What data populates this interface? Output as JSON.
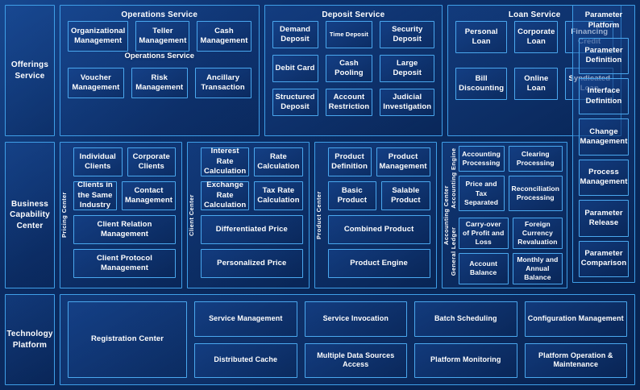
{
  "bands": {
    "offerings": {
      "label": "Offerings Service",
      "groups": [
        {
          "title": "Operations Service",
          "ghost_title": "Operations Service",
          "row1": [
            "Organizational Management",
            "Teller Management",
            "Cash Management"
          ],
          "row2": [
            "Voucher Management",
            "Risk Management",
            "Ancillary Transaction"
          ]
        },
        {
          "title": "Deposit Service",
          "items": [
            "Demand Deposit",
            "Time Deposit",
            "Security Deposit",
            "Debit Card",
            "Cash Pooling",
            "Large Deposit",
            "Structured Deposit",
            "Account Restriction",
            "Judicial Investigation"
          ],
          "small_items": [
            "Time Deposit"
          ]
        },
        {
          "title": "Loan Service",
          "items": [
            "Personal Loan",
            "Corporate Loan",
            "Financing Credit",
            "Bill Discounting",
            "Online Loan",
            "Syndicated Loan"
          ]
        }
      ]
    },
    "business_capability": {
      "label": "Business Capability Center",
      "columns": [
        {
          "vlabel": "Pricing Center",
          "pairs": [
            [
              "Individual Clients",
              "Corporate Clients"
            ],
            [
              "Clients in the Same Industry",
              "Contact Management"
            ]
          ],
          "wides": [
            "Client Relation Management",
            "Client Protocol Management"
          ]
        },
        {
          "vlabel": "Client Center",
          "pairs": [
            [
              "Interest Rate Calculation",
              "Rate Calculation"
            ],
            [
              "Exchange Rate Calculation",
              "Tax Rate Calculation"
            ]
          ],
          "wides": [
            "Differentiated Price",
            "Personalized Price"
          ]
        },
        {
          "vlabel": "Product Center",
          "pairs": [
            [
              "Product Definition",
              "Product Management"
            ],
            [
              "Basic Product",
              "Salable Product"
            ]
          ],
          "wides": [
            "Combined Product",
            "Product Engine"
          ]
        }
      ],
      "accounting": {
        "vlabel": "Accounting Center",
        "sections": [
          {
            "vlabel": "Accounting Engine",
            "items": [
              "Accounting Processing",
              "Clearing Processing",
              "Price and Tax Separated",
              "Reconciliation Processing"
            ]
          },
          {
            "vlabel": "General Ledger",
            "items": [
              "Carry-over of Profit and Loss",
              "Foreign Currency Revaluation",
              "Account Balance",
              "Monthly and Annual Balance"
            ]
          }
        ]
      }
    },
    "technology": {
      "label": "Technology Platform",
      "registration": "Registration Center",
      "items": [
        "Service Management",
        "Service Invocation",
        "Batch Scheduling",
        "Configuration Management",
        "Distributed Cache",
        "Multiple Data Sources Access",
        "Platform Monitoring",
        "Platform Operation & Maintenance"
      ]
    }
  },
  "rail": {
    "title": "Parameter Platform",
    "items": [
      "Parameter Definition",
      "Interface Definition",
      "Change Management",
      "Process Management",
      "Parameter Release",
      "Parameter Comparison"
    ]
  },
  "colors": {
    "background": "#0a2a5e",
    "border": "#4aa8ef",
    "frame_border": "#3f9fe8",
    "text": "#ffffff"
  }
}
